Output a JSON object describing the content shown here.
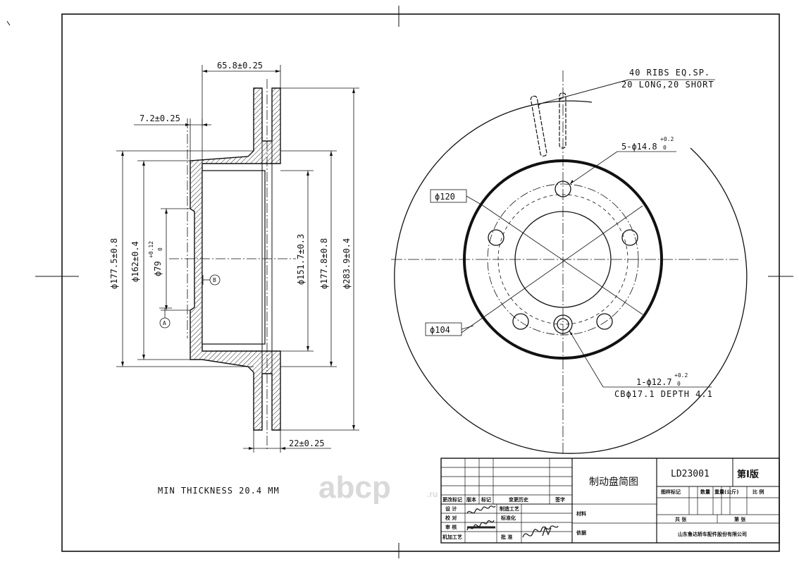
{
  "dimensions": {
    "hat_depth": "65.8±0.25",
    "flange_thickness": "7.2±0.25",
    "diameter_177_5": "ϕ177.5±0.8",
    "diameter_162": "ϕ162±0.4",
    "center_bore": "ϕ79",
    "center_bore_tol_upper": "+0.12",
    "center_bore_tol_lower": "0",
    "diameter_151_7": "ϕ151.7±0.3",
    "diameter_177_8": "ϕ177.8±0.8",
    "outer_diameter": "ϕ283.9±0.4",
    "disc_thickness": "22±0.25",
    "pcd_120": "ϕ120",
    "pcd_104": "ϕ104",
    "bolt_holes": "5-ϕ14.8",
    "bolt_holes_tol_upper": "+0.2",
    "bolt_holes_tol_lower": "0",
    "locating_hole": "1-ϕ12.7",
    "locating_hole_tol_upper": "+0.2",
    "locating_hole_tol_lower": "0",
    "counterbore": "CBϕ17.1 DEPTH 4.1"
  },
  "notes": {
    "ribs_line1": "40 RIBS EQ.SP.",
    "ribs_line2": "20 LONG,20 SHORT",
    "min_thickness": "MIN THICKNESS 20.4 MM"
  },
  "datums": {
    "a": "A",
    "b": "B"
  },
  "title_block": {
    "drawing_title": "制动盘简图",
    "part_number": "LD23001",
    "edition": "第Ⅰ版",
    "rev_mark": "更改标记",
    "version": "版本",
    "mark": "标记",
    "change_history": "变更历史",
    "signature": "签字",
    "design": "设 计",
    "manufacturing_process": "制造工艺",
    "material": "材料",
    "check": "校 对",
    "standardization": "标准化",
    "review": "审 核",
    "machining_process": "机加工艺",
    "approve": "批 准",
    "basis": "依据",
    "drawing_mark": "图样标记",
    "quantity": "数量",
    "weight": "重量(公斤)",
    "scale": "比 例",
    "total_sheets": "共 张",
    "sheet_no": "第 张",
    "company": "山东鲁达轿车配件股份有限公司"
  },
  "watermark": {
    "brand": "abcp",
    "suffix": ".ru"
  }
}
